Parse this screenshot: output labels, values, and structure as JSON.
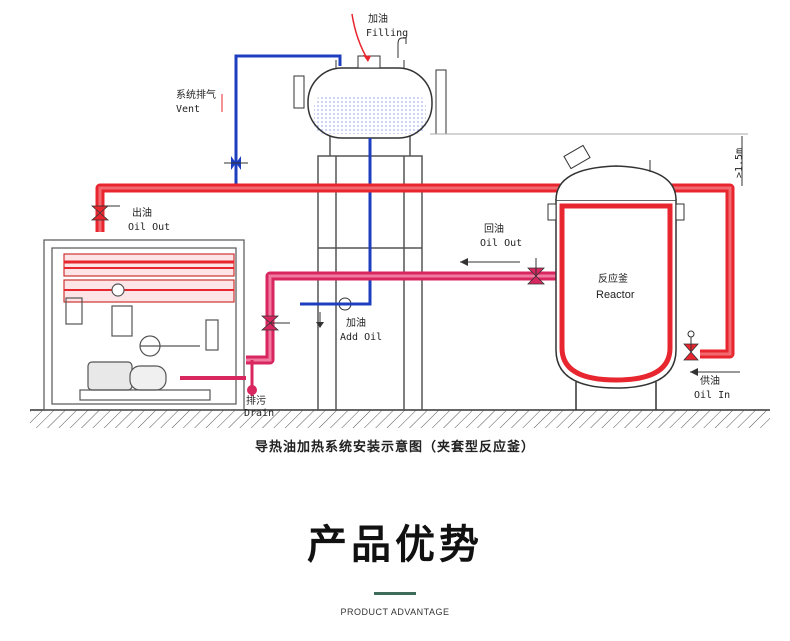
{
  "colors": {
    "hot_pipe": "#e8262f",
    "return_pipe": "#d8265f",
    "blue_pipe": "#1d3fbf",
    "accent": "#3e6b5a"
  },
  "labels": {
    "filling_cn": "加油",
    "filling_en": "Filling",
    "vent_cn": "系统排气",
    "vent_en": "Vent",
    "oil_out_cn": "出油",
    "oil_out_en": "Oil Out",
    "return_cn": "回油",
    "return_en": "Oil Out",
    "reactor_cn": "反应釜",
    "reactor_en": "Reactor",
    "add_oil_cn": "加油",
    "add_oil_en": "Add Oil",
    "supply_cn": "供油",
    "supply_en": "Oil In",
    "drain_cn": "排污",
    "drain_en": "Drain",
    "height_note": ">1.5m"
  },
  "caption": "导热油加热系统安装示意图（夹套型反应釜）",
  "section": {
    "title": "产品优势",
    "subtitle": "PRODUCT ADVANTAGE"
  }
}
